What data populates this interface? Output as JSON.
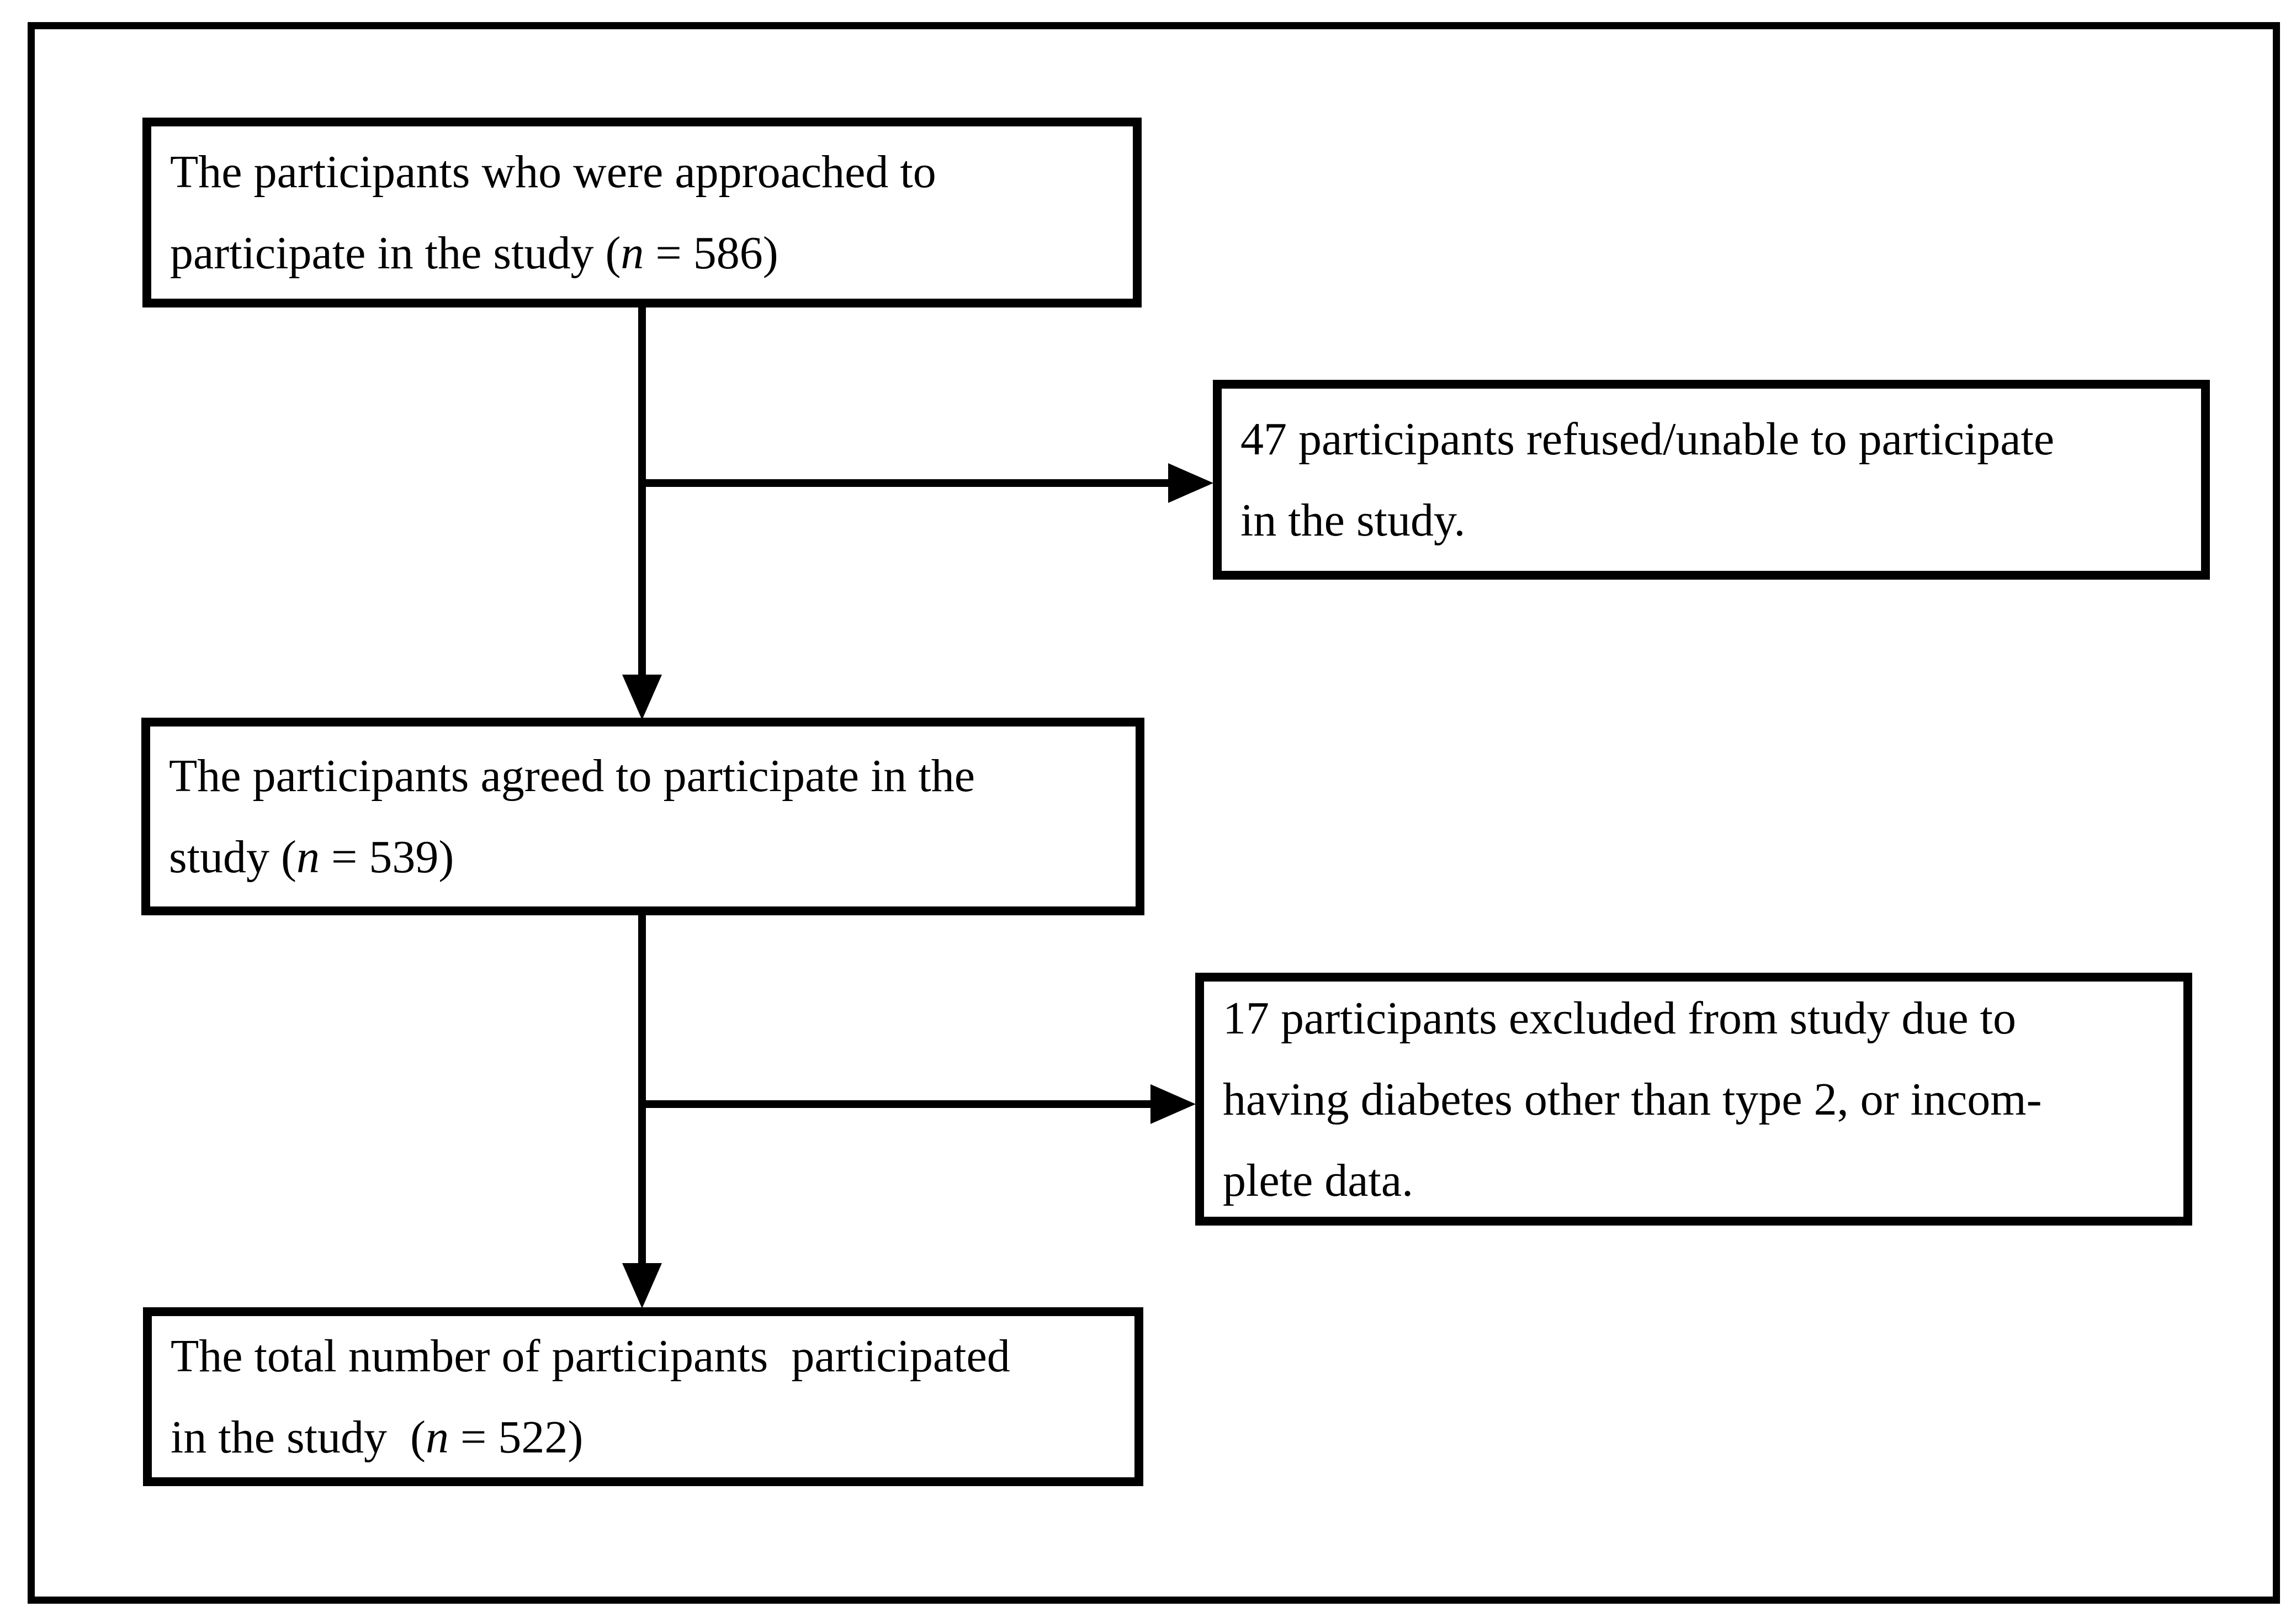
{
  "colors": {
    "line": "#000000",
    "background": "#ffffff",
    "text": "#000000"
  },
  "boxes": {
    "approached": {
      "lines": [
        {
          "pre": "The participants who were approached to"
        },
        {
          "pre": "participate in the study (",
          "n": "n",
          "post": " = 586)"
        }
      ]
    },
    "refused": {
      "lines": [
        {
          "pre": "47 participants refused/unable to participate"
        },
        {
          "pre": "in the study."
        }
      ]
    },
    "agreed": {
      "lines": [
        {
          "pre": "The participants agreed to participate in the"
        },
        {
          "pre": "study (",
          "n": "n",
          "post": " = 539)"
        }
      ]
    },
    "excluded": {
      "lines": [
        {
          "pre": "17 participants excluded from study due to"
        },
        {
          "pre": "having diabetes other than type 2, or incom-"
        },
        {
          "pre": "plete data."
        }
      ]
    },
    "total": {
      "lines": [
        {
          "pre": "The total number of participants  participated"
        },
        {
          "pre": "in the study  (",
          "n": "n",
          "post": " = 522)"
        }
      ]
    }
  }
}
